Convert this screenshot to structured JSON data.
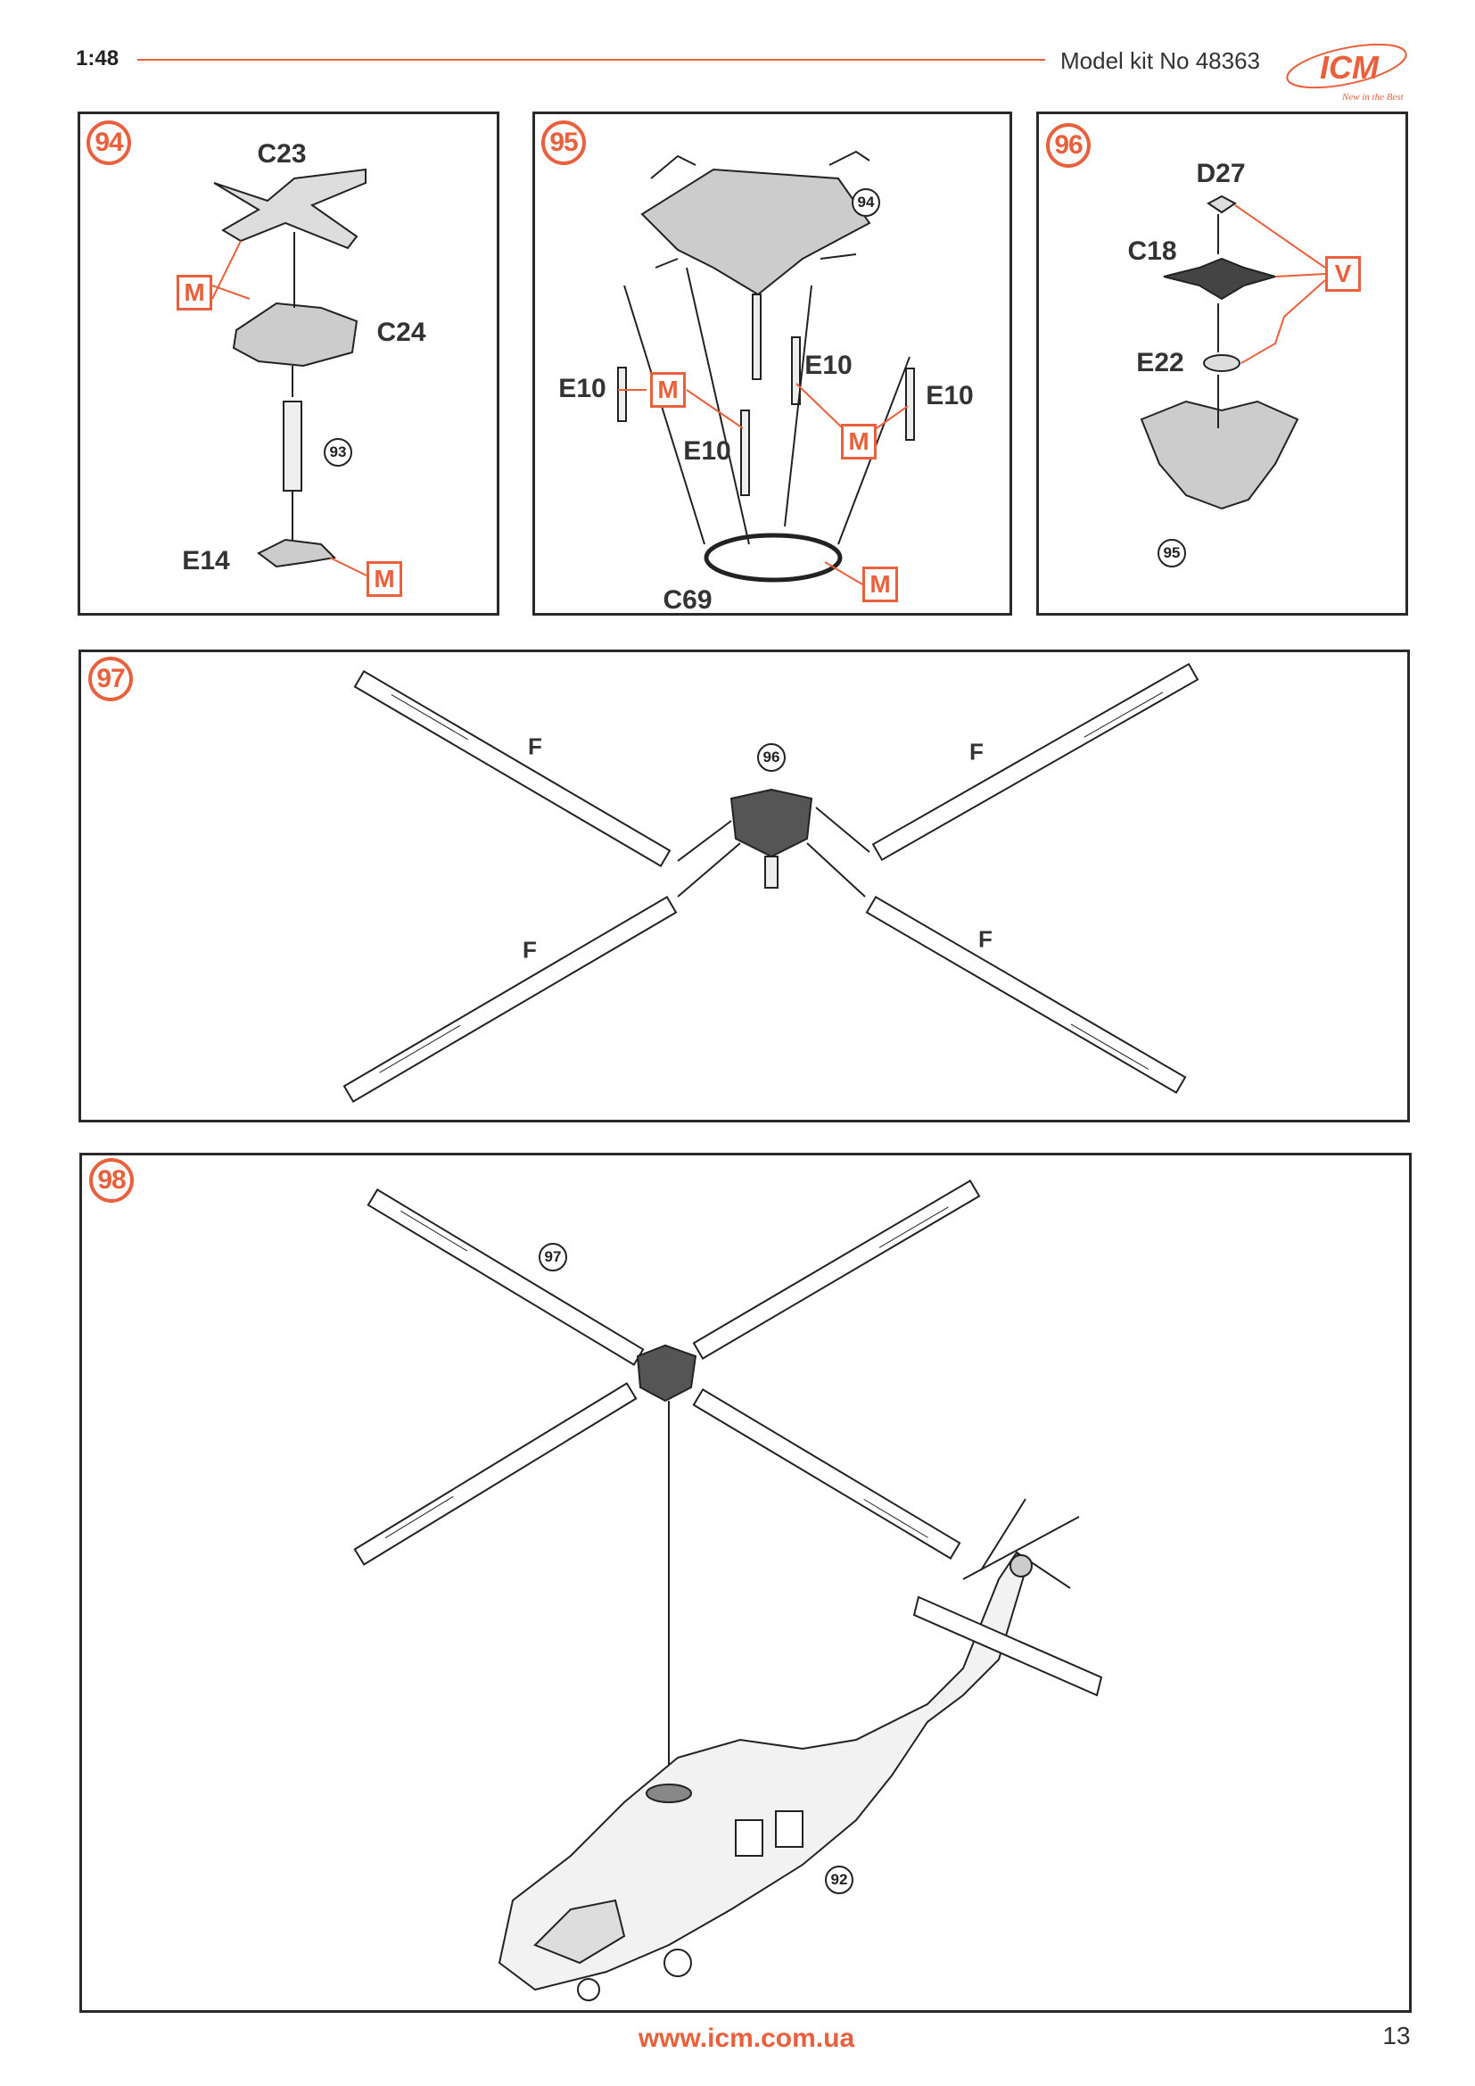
{
  "header": {
    "scale": "1:48",
    "kit_label": "Model kit No 48363",
    "logo_text": "ICM",
    "logo_tagline": "New in the Best"
  },
  "colors": {
    "accent": "#e8603c",
    "ink": "#222222"
  },
  "steps": [
    {
      "number": "94",
      "parts": [
        "C23",
        "C24",
        "E14"
      ],
      "refs": [
        "93"
      ],
      "marks": [
        "M",
        "M"
      ]
    },
    {
      "number": "95",
      "parts": [
        "E10",
        "E10",
        "E10",
        "E10",
        "C69"
      ],
      "refs": [
        "94"
      ],
      "marks": [
        "M",
        "M",
        "M"
      ]
    },
    {
      "number": "96",
      "parts": [
        "D27",
        "C18",
        "E22"
      ],
      "refs": [
        "95"
      ],
      "marks": [
        "V"
      ]
    },
    {
      "number": "97",
      "parts": [
        "F",
        "F",
        "F",
        "F"
      ],
      "refs": [
        "96"
      ]
    },
    {
      "number": "98",
      "refs": [
        "97",
        "92"
      ]
    }
  ],
  "footer": {
    "url": "www.icm.com.ua",
    "page_number": "13"
  }
}
